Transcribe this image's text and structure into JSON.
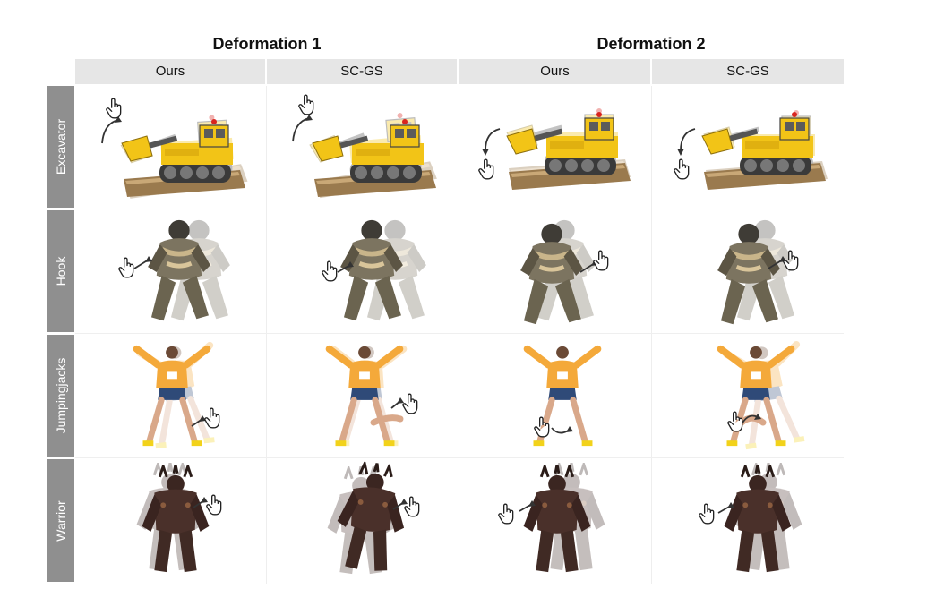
{
  "figure": {
    "groups": [
      {
        "title": "Deformation 1",
        "methods": [
          "Ours",
          "SC-GS"
        ]
      },
      {
        "title": "Deformation 2",
        "methods": [
          "Ours",
          "SC-GS"
        ]
      }
    ],
    "rows": [
      "Excavator",
      "Hook",
      "Jumpingjacks",
      "Warrior"
    ],
    "icons": [
      "hand-pointer-icon",
      "curved-arrow-icon"
    ],
    "colors": {
      "header_bg": "#e6e6e6",
      "row_label_bg": "#8f8f8f",
      "excavator": "#f2c417",
      "hook": "#6b6450",
      "sweater": "#f4a93a",
      "warrior": "#4a302a"
    }
  }
}
